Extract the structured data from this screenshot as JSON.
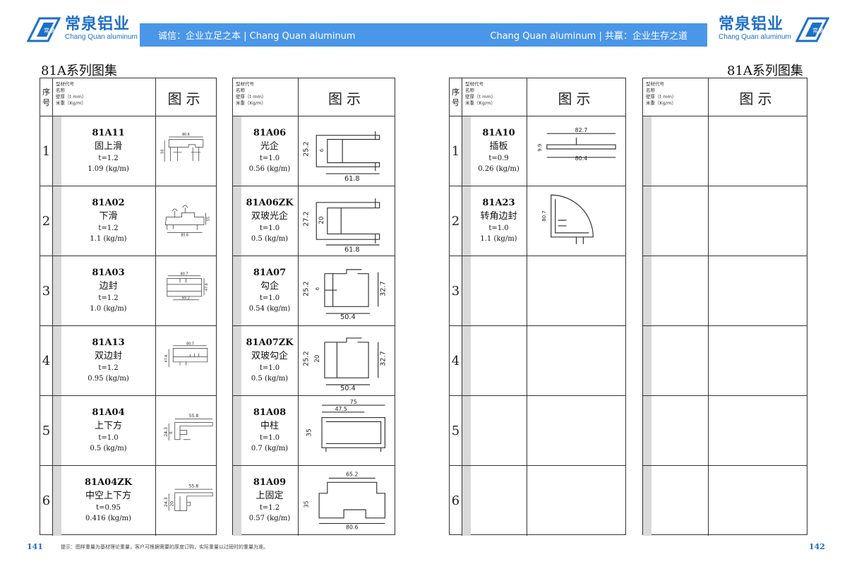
{
  "brand": {
    "name_cn": "常泉铝业",
    "name_en": "Chang Quan aluminum",
    "mark_text": "常泉"
  },
  "banner": {
    "left": "诚信：企业立足之本 | Chang Quan aluminum",
    "right": "Chang Quan aluminum | 共赢：企业生存之道"
  },
  "page_title": "81A系列图集",
  "header": {
    "no": "序号",
    "spec_lines": [
      "型材代号",
      "名称",
      "壁厚（t mm）",
      "米重（Kg/m）"
    ],
    "image": "图示"
  },
  "row_numbers": [
    "1",
    "2",
    "3",
    "4",
    "5",
    "6"
  ],
  "table1": [
    {
      "code": "81A11",
      "name": "固上滑",
      "thickness": "t=1.2",
      "weight": "1.09 (kg/m)",
      "dims": [
        "80.6",
        "50"
      ]
    },
    {
      "code": "81A02",
      "name": "下滑",
      "thickness": "t=1.2",
      "weight": "1.1 (kg/m)",
      "dims": [
        "55",
        "80.6"
      ]
    },
    {
      "code": "81A03",
      "name": "边封",
      "thickness": "t=1.2",
      "weight": "1.0 (kg/m)",
      "dims": [
        "80.7",
        "47.6",
        "65.2"
      ]
    },
    {
      "code": "81A13",
      "name": "双边封",
      "thickness": "t=1.2",
      "weight": "0.95 (kg/m)",
      "dims": [
        "80.7",
        "47.6"
      ]
    },
    {
      "code": "81A04",
      "name": "上下方",
      "thickness": "t=1.0",
      "weight": "0.5 (kg/m)",
      "dims": [
        "55.8",
        "24.3",
        "6"
      ]
    },
    {
      "code": "81A04ZK",
      "name": "中空上下方",
      "thickness": "t=0.95",
      "weight": "0.416 (kg/m)",
      "dims": [
        "55.8",
        "24.3",
        "20"
      ]
    }
  ],
  "table2": [
    {
      "code": "81A06",
      "name": "光企",
      "thickness": "t=1.0",
      "weight": "0.56 (kg/m)",
      "dims": [
        "25.2",
        "6",
        "61.8"
      ]
    },
    {
      "code": "81A06ZK",
      "name": "双玻光企",
      "thickness": "t=1.0",
      "weight": "0.5 (kg/m)",
      "dims": [
        "27.2",
        "20",
        "61.8"
      ]
    },
    {
      "code": "81A07",
      "name": "勾企",
      "thickness": "t=1.0",
      "weight": "0.54 (kg/m)",
      "dims": [
        "25.2",
        "6",
        "32.7",
        "50.4"
      ]
    },
    {
      "code": "81A07ZK",
      "name": "双玻勾企",
      "thickness": "t=1.0",
      "weight": "0.5 (kg/m)",
      "dims": [
        "25.2",
        "20",
        "32.7",
        "50.4"
      ]
    },
    {
      "code": "81A08",
      "name": "中柱",
      "thickness": "t=1.0",
      "weight": "0.7 (kg/m)",
      "dims": [
        "75",
        "47.5",
        "35"
      ]
    },
    {
      "code": "81A09",
      "name": "上固定",
      "thickness": "t=1.2",
      "weight": "0.57 (kg/m)",
      "dims": [
        "65.2",
        "35",
        "80.6"
      ]
    }
  ],
  "table3": [
    {
      "code": "81A10",
      "name": "插板",
      "thickness": "t=0.9",
      "weight": "0.26 (kg/m)",
      "dims": [
        "82.7",
        "9.9",
        "80.4"
      ]
    },
    {
      "code": "81A23",
      "name": "转角边封",
      "thickness": "t=1.0",
      "weight": "1.1 (kg/m)",
      "dims": [
        "80.7"
      ]
    }
  ],
  "page_numbers": {
    "left": "141",
    "right": "142"
  },
  "footer_note": "提示：图样重量为基材理论重量，客户可根据需要的厚度订购，实际重量以过磅时的重量为准。"
}
